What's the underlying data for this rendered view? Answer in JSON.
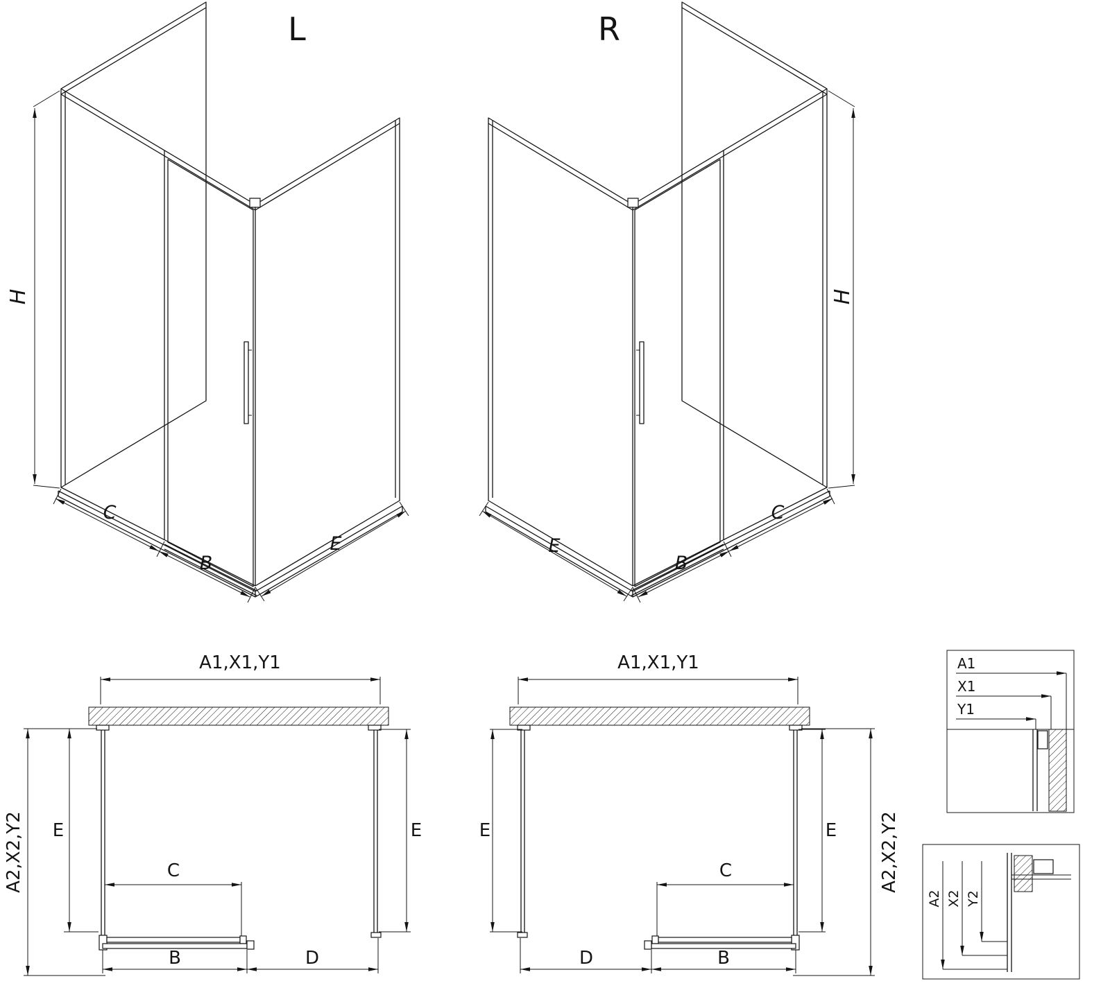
{
  "colors": {
    "line": "#141414",
    "background": "#ffffff"
  },
  "views": {
    "iso_left_label": "L",
    "iso_right_label": "R"
  },
  "dims": {
    "height": "H",
    "fixed_panel": "C",
    "door": "B",
    "side_panel": "E",
    "entry": "D",
    "width_range": "A1,X1,Y1",
    "depth_range": "A2,X2,Y2"
  },
  "detail_width": {
    "a1": "A1",
    "x1": "X1",
    "y1": "Y1"
  },
  "detail_depth": {
    "a2": "A2",
    "x2": "X2",
    "y2": "Y2"
  }
}
